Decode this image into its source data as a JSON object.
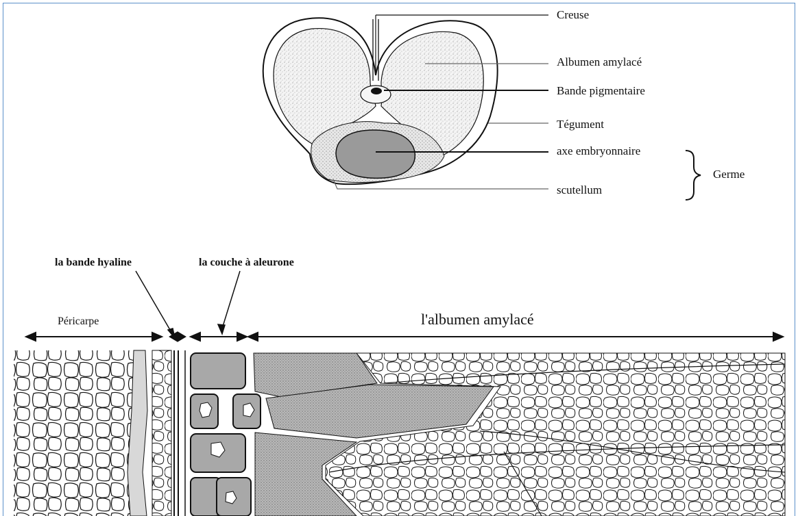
{
  "top_section": {
    "labels": {
      "creuse": "Creuse",
      "albumen": "Albumen amylacé",
      "bande": "Bande pigmentaire",
      "tegument": "Tégument",
      "axe": "axe embryonnaire",
      "scutellum": "scutellum",
      "germe": "Germe"
    }
  },
  "bottom_section": {
    "labels": {
      "bande_hyaline": "la bande hyaline",
      "couche": "la couche à aleurone",
      "pericarpe": "Péricarpe",
      "albumen": "l'albumen amylacé"
    }
  },
  "colors": {
    "frame": "#5b8fc9",
    "germ": "#9a9a9a",
    "aleurone_cell": "#a8a8a8",
    "stipple": "#c9c9c9",
    "ink": "#111111"
  }
}
